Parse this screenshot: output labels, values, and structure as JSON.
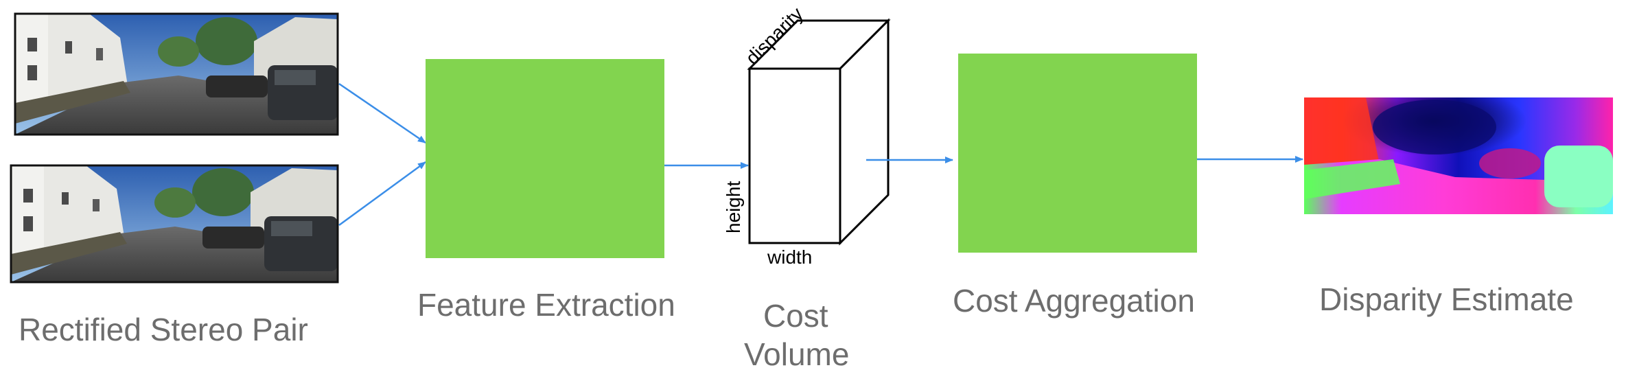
{
  "diagram": {
    "stages": [
      {
        "id": "stereo_pair",
        "caption": "Rectified Stereo Pair"
      },
      {
        "id": "feature_extraction",
        "caption": "Feature Extraction"
      },
      {
        "id": "cost_volume",
        "caption_line1": "Cost",
        "caption_line2": "Volume"
      },
      {
        "id": "cost_aggregation",
        "caption": "Cost Aggregation"
      },
      {
        "id": "disparity_estimate",
        "caption": "Disparity Estimate"
      }
    ],
    "cube_labels": {
      "depth": "disparity",
      "height": "height",
      "width": "width"
    },
    "colors": {
      "block_fill": "#82d44f",
      "arrow": "#3b8ee8",
      "caption_text": "#6d6d6d",
      "cube_stroke": "#000000"
    }
  }
}
